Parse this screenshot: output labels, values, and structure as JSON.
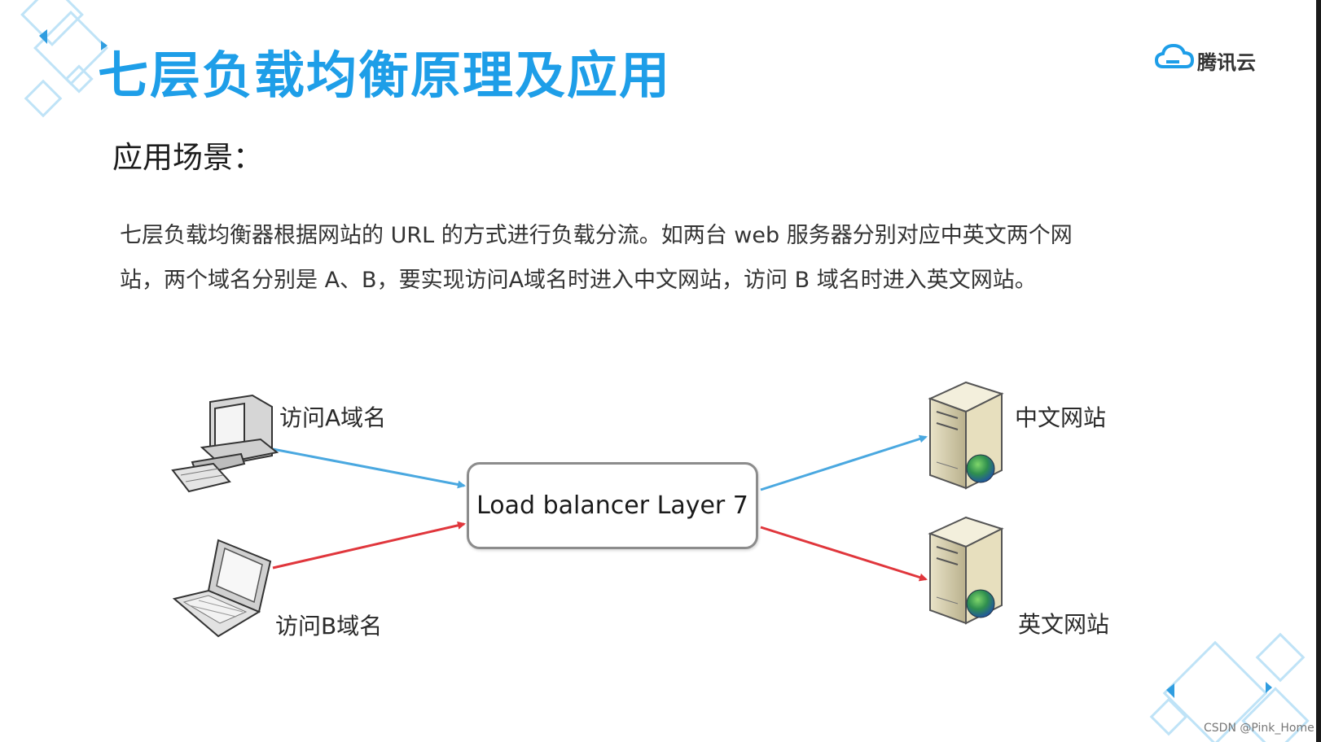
{
  "title": "七层负载均衡原理及应用",
  "logo": {
    "text": "腾讯云",
    "icon": "cloud-icon"
  },
  "subtitle": "应用场景：",
  "paragraph": {
    "line1": "七层负载均衡器根据网站的 URL 的方式进行负载分流。如两台 web 服务器分别对应中英文两个网",
    "line2": "站，两个域名分别是 A、B，要实现访问A域名时进入中文网站，访问 B 域名时进入英文网站。"
  },
  "diagram": {
    "client_a_label": "访问A域名",
    "client_b_label": "访问B域名",
    "load_balancer_label": "Load balancer Layer 7",
    "server_cn_label": "中文网站",
    "server_en_label": "英文网站",
    "icons": [
      "desktop-computer-icon",
      "laptop-icon",
      "server-icon",
      "server-icon"
    ],
    "colors": {
      "route_a": "#4aa8e0",
      "route_b": "#e0363c"
    }
  },
  "watermark": "CSDN @Pink_Home",
  "colors": {
    "title": "#1e9ee8",
    "decoration": "#bfe3f7"
  }
}
